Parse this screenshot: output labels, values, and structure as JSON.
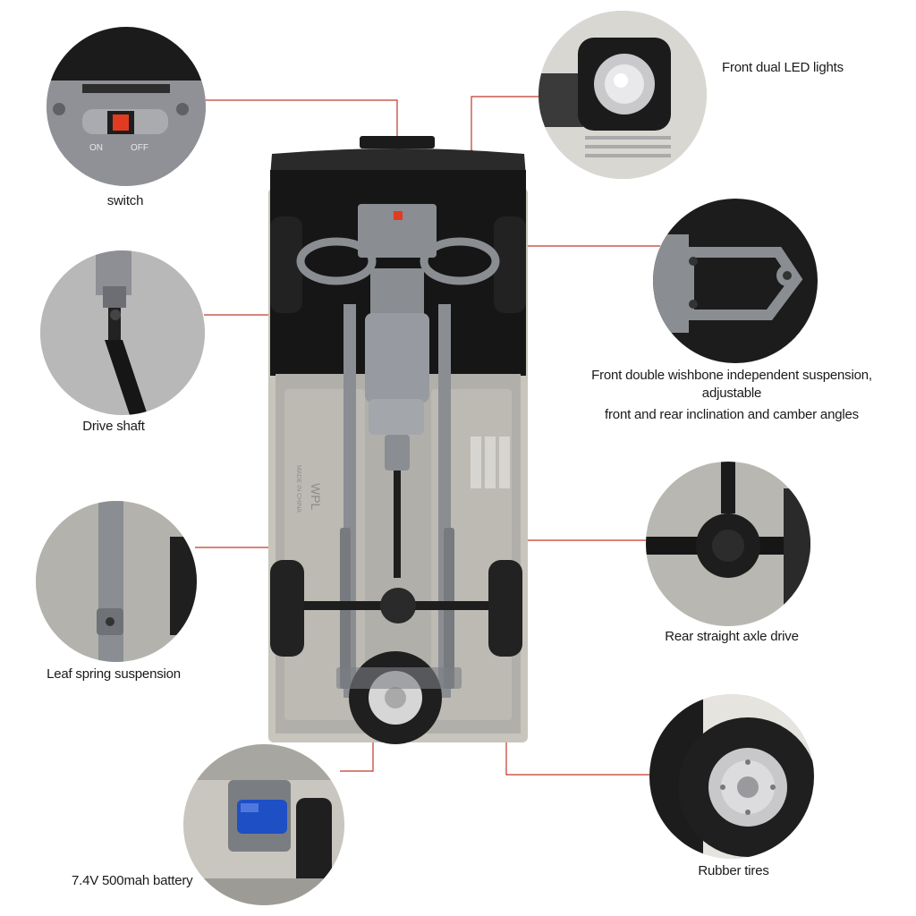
{
  "callouts": {
    "switch": {
      "label": "switch",
      "on": "ON",
      "off": "OFF"
    },
    "drive_shaft": {
      "label": "Drive shaft"
    },
    "leaf_spring": {
      "label": "Leaf spring suspension"
    },
    "battery": {
      "label": "7.4V 500mah battery"
    },
    "led_lights": {
      "label": "Front dual LED lights"
    },
    "wishbone": {
      "line1": "Front double wishbone independent suspension, adjustable",
      "line2": "front and rear inclination and camber angles"
    },
    "rear_axle": {
      "label": "Rear straight axle drive"
    },
    "tires": {
      "label": "Rubber tires"
    }
  },
  "chassis_marks": {
    "brand": "WPL",
    "made_in": "MADE IN CHINA"
  },
  "colors": {
    "leader_line": "#c0392b",
    "chassis_grey": "#8a8d92",
    "body_silver": "#c8c5bd",
    "tire_black": "#222222",
    "switch_red": "#e23b22"
  },
  "icons": [
    "switch-icon",
    "driveshaft-icon",
    "leaf-spring-icon",
    "battery-icon",
    "led-light-icon",
    "wishbone-icon",
    "axle-icon",
    "tire-icon"
  ]
}
